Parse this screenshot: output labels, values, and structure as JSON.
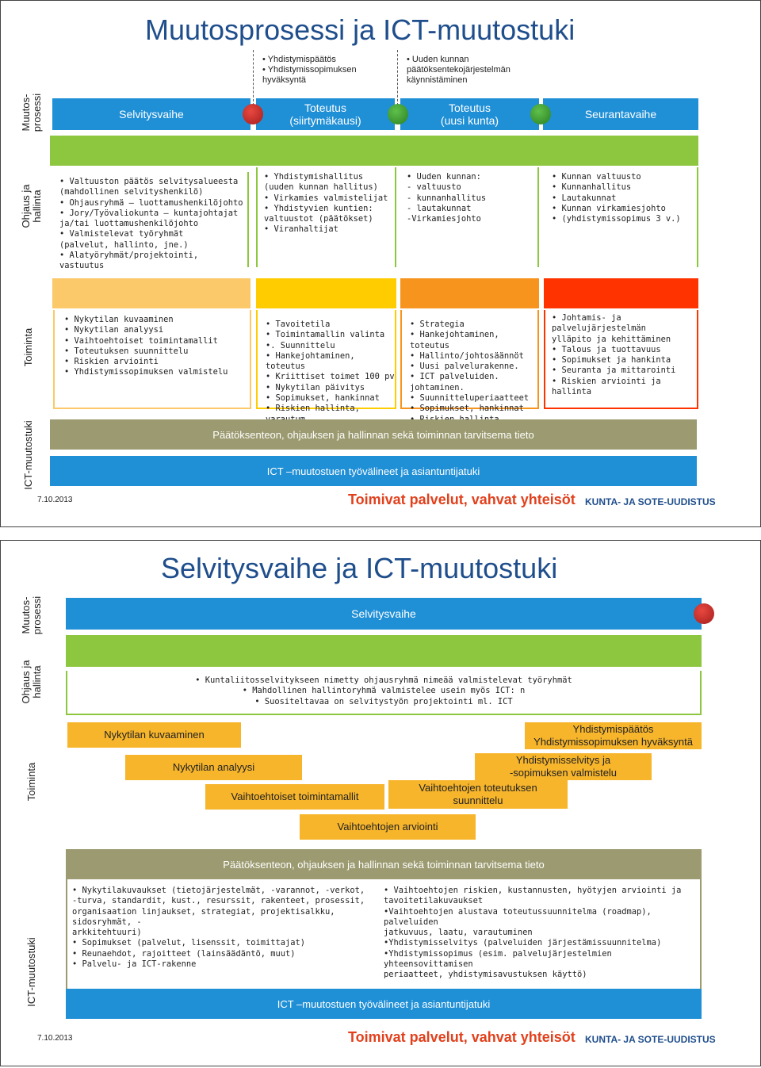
{
  "colors": {
    "blue": "#1f8fd6",
    "green": "#8dc63f",
    "olive": "#9b9a70",
    "orange_light": "#fbc86a",
    "yellow": "#ffcc00",
    "orange": "#f7941d",
    "red": "#ff3300",
    "dark_red": "#c1272d",
    "dark_green": "#3aa335",
    "title_blue": "#1f4e8c"
  },
  "slide1": {
    "title": "Muutosprosessi ja ICT-muutostuki",
    "row_labels": {
      "muutos": "Muutos-\nprosessi",
      "ohjaus": "Ohjaus ja\nhallinta",
      "toiminta": "Toiminta",
      "ict": "ICT-muutostuki"
    },
    "milestones": {
      "m1": "• Yhdistymispäätös\n• Yhdistymissopimuksen\nhyväksyntä",
      "m2": "• Uuden kunnan\npäätöksentekojärjestelmän\nkäynnistäminen"
    },
    "phases": [
      "Selvitysvaihe",
      "Toteutus\n(siirtymäkausi)",
      "Toteutus\n(uusi kunta)",
      "Seurantavaihe"
    ],
    "ohjaus": [
      "• Valtuuston päätös selvitysalueesta\n(mahdollinen selvityshenkilö)\n• Ohjausryhmä – luottamushenkilöjohto\n• Jory/Työvaliokunta – kuntajohtajat\nja/tai luottamushenkilöjohto\n• Valmistelevat työryhmät\n(palvelut, hallinto, jne.)\n• Alatyöryhmät/projektointi, vastuutus",
      "• Yhdistymishallitus\n(uuden kunnan hallitus)\n• Virkamies valmistelijat\n• Yhdistyvien kuntien:\nvaltuustot (päätökset)\n• Viranhaltijat",
      "• Uuden kunnan:\n- valtuusto\n- kunnanhallitus\n- lautakunnat\n-Virkamiesjohto",
      "• Kunnan valtuusto\n• Kunnanhallitus\n• Lautakunnat\n• Kunnan virkamiesjohto\n• (yhdistymissopimus 3 v.)"
    ],
    "toiminta": [
      "• Nykytilan kuvaaminen\n• Nykytilan analyysi\n• Vaihtoehtoiset toimintamallit\n• Toteutuksen suunnittelu\n• Riskien arviointi\n• Yhdistymissopimuksen valmistelu",
      "• Tavoitetila\n• Toimintamallin valinta\n•. Suunnittelu\n• Hankejohtaminen, toteutus\n• Kriittiset toimet 100 pv\n• Nykytilan päivitys\n• Sopimukset, hankinnat\n• Riskien hallinta, varautum.",
      "• Strategia\n• Hankejohtaminen, toteutus\n• Hallinto/johtosäännöt\n• Uusi palvelurakenne.\n• ICT palveluiden. johtaminen.\n• Suunnitteluperiaatteet\n• Sopimukset, hankinnat\n• Riskien hallinta, varautum.",
      "• Johtamis- ja palvelujärjestelmän\nylläpito ja kehittäminen\n• Talous ja tuottavuus\n• Sopimukset ja hankinta\n• Seuranta ja mittarointi\n• Riskien arviointi ja hallinta"
    ],
    "ict_olive": "Päätöksenteon, ohjauksen ja hallinnan sekä toiminnan tarvitsema tieto",
    "ict_blue": "ICT –muutostuen työvälineet ja asiantuntijatuki",
    "date": "7.10.2013",
    "logo": "Toimivat palvelut, vahvat yhteisöt",
    "brand": "KUNTA- JA SOTE-UUDISTUS"
  },
  "slide2": {
    "title": "Selvitysvaihe ja ICT-muutostuki",
    "row_labels": {
      "muutos": "Muutos-\nprosessi",
      "ohjaus": "Ohjaus ja\nhallinta",
      "toiminta": "Toiminta",
      "ict": "ICT-muutostuki"
    },
    "phase": "Selvitysvaihe",
    "ohjaus": "• Kuntaliitosselvitykseen nimetty ohjausryhmä nimeää valmistelevat työryhmät\n• Mahdollinen hallintoryhmä valmistelee usein myös ICT: n\n• Suositeltavaa on selvitystyön projektointi ml. ICT",
    "toiminta_boxes": {
      "b1": "Nykytilan kuvaaminen",
      "b2": "Nykytilan analyysi",
      "b3": "Vaihtoehtoiset toimintamallit",
      "b4": "Vaihtoehtojen arviointi",
      "b5": "Vaihtoehtojen toteutuksen\nsuunnittelu",
      "b6": "Yhdistymisselvitys ja\n-sopimuksen valmistelu",
      "b7": "Yhdistymispäätös\nYhdistymissopimuksen hyväksyntä"
    },
    "ict_olive": "Päätöksenteon, ohjauksen ja hallinnan sekä toiminnan tarvitsema tieto",
    "ict_left": "• Nykytilakuvaukset (tietojärjestelmät, -varannot, -verkot,\n-turva, standardit, kust., resurssit, rakenteet, prosessit,\norganisaation linjaukset, strategiat, projektisalkku, sidosryhmät, -\narkkitehtuuri)\n• Sopimukset (palvelut, lisenssit, toimittajat)\n• Reunaehdot, rajoitteet (lainsäädäntö, muut)\n• Palvelu- ja ICT-rakenne",
    "ict_right": "• Vaihtoehtojen riskien, kustannusten, hyötyjen arviointi ja\ntavoitetilakuvaukset\n•Vaihtoehtojen alustava toteutussuunnitelma (roadmap), palveluiden\njatkuvuus, laatu, varautuminen\n•Yhdistymisselvitys (palveluiden järjestämissuunnitelma)\n•Yhdistymissopimus (esim. palvelujärjestelmien yhteensovittamisen\nperiaatteet, yhdistymisavustuksen käyttö)",
    "ict_blue": "ICT –muutostuen työvälineet ja asiantuntijatuki",
    "date": "7.10.2013",
    "logo": "Toimivat palvelut, vahvat yhteisöt",
    "brand": "KUNTA- JA SOTE-UUDISTUS"
  }
}
